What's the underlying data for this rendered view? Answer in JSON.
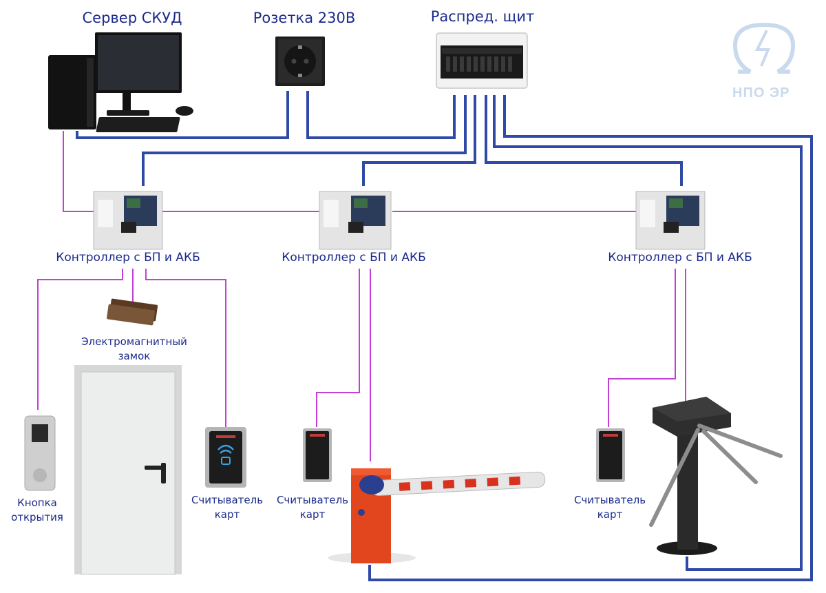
{
  "labels": {
    "server": "Сервер СКУД",
    "socket": "Розетка 230В",
    "panel": "Распред. щит",
    "controller_1": "Контроллер с БП и АКБ",
    "controller_2": "Контроллер с БП и АКБ",
    "controller_3": "Контроллер с БП и АКБ",
    "lock_line1": "Электромагнитный",
    "lock_line2": "замок",
    "button_line1": "Кнопка",
    "button_line2": "открытия",
    "reader_1_line1": "Считыватель",
    "reader_1_line2": "карт",
    "reader_2_line1": "Считыватель",
    "reader_2_line2": "карт",
    "reader_3_line1": "Считыватель",
    "reader_3_line2": "карт"
  },
  "logo": {
    "text": "НПО ЭР",
    "icon": "omega-lightning-icon"
  },
  "colors": {
    "power_line": "#2f4aa6",
    "data_line": "#c43fd6",
    "label_text": "#1b2a8c",
    "barrier_body": "#e2461f",
    "logo": "#c9d9ee"
  },
  "icons": [
    "computer-icon",
    "socket-icon",
    "distribution-panel-icon",
    "controller-box-icon",
    "magnetic-lock-icon",
    "door-icon",
    "exit-button-icon",
    "card-reader-icon",
    "barrier-icon",
    "turnstile-icon"
  ]
}
